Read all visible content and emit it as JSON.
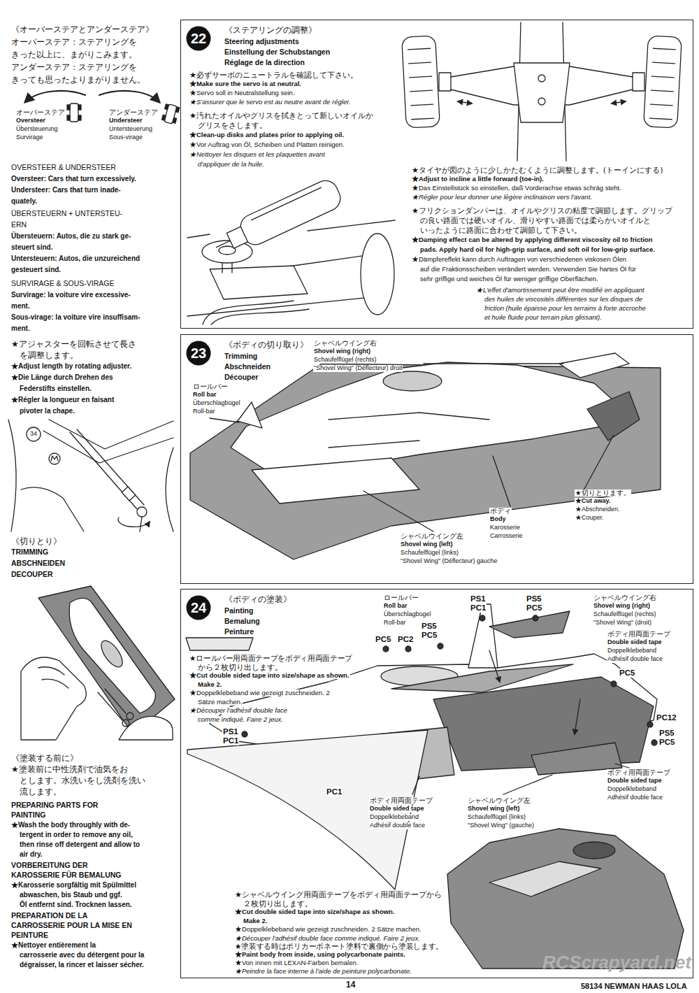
{
  "diagram": {
    "nodes": [
      {
        "text": [
          "《ステアリングの調整》",
          "Steering adjustments",
          "Einstellung der Schubstangen",
          "Réglage de la direction"
        ]
      },
      {
        "text": [
          "22"
        ],
        "in": 0
      },
      {
        "text": [
          "《ボディの切り取り》",
          "Trimming",
          "Abschneiden",
          "Découper"
        ]
      },
      {
        "text": [
          "23"
        ],
        "in": 2
      },
      {
        "text": [
          "《ボディの塗装》",
          "Painting",
          "Bemalung",
          "Peinture"
        ]
      },
      {
        "text": [
          "24"
        ],
        "in": 4
      }
    ],
    "labels": [
      "《オーバーステアとアンダーステア》",
      "オーバーステア：ステアリングを",
      "きった以上に、まがりこみます。",
      "アンダーステア：ステアリングを",
      "きっても思ったよりまがりません。",
      "オーバーステア",
      "Oversteer",
      "Übersteuerung",
      "Survirage",
      "アンダーステア",
      "Understeer",
      "Untersteuerung",
      "Sous-virage",
      "OVERSTEER & UNDERSTEER",
      "Oversteer: Cars that turn excessively.",
      "Understeer: Cars that turn inade-",
      "quately.",
      "ÜBERSTEUERN + UNTERSTEU-",
      "ERN",
      "Übersteuern: Autos, die zu stark ge-",
      "steuert sind.",
      "Untersteuern: Autos, die unzureichend",
      "gesteuert sind.",
      "SURVIRAGE & SOUS-VIRAGE",
      "Survirage: la voiture vire excessive-",
      "ment.",
      "Sous-virage: la voiture vire insuffisam-",
      "ment.",
      "★アジャスターを回転させて長さ",
      "を調整します。",
      "★Adjust length by rotating adjuster.",
      "★Die Länge durch Drehen des",
      "Federstifts einstellen.",
      "★Régler la longueur en faisant",
      "pivoter la chape.",
      "34",
      "《切りとり》",
      "TRIMMING",
      "ABSCHNEIDEN",
      "DECOUPER",
      "《塗装する前に》",
      "★塗装前に中性洗剤で油気をお",
      "とします。水洗いをし洗剤を洗い",
      "流します。",
      "PREPARING PARTS FOR",
      "PAINTING",
      "★Wash the body throughly with de-",
      "tergent in order to remove any oil,",
      "then rinse off detergent and allow to",
      "air dry.",
      "VORBEREITUNG DER",
      "KAROSSERIE FÜR BEMALUNG",
      "★Karosserie sorgfältig mit Spülmittel",
      "abwaschen, bis Staub und ggf.",
      "Öl entfernt sind. Trocknen lassen.",
      "PREPARATION DE LA",
      "CARROSSERIE POUR LA MISE EN",
      "PEINTURE",
      "★Nettoyer entièrement la",
      "carrosserie avec du détergent pour la",
      "dégraisser, la rincer et laisser sécher.",
      "★必ずサーボのニュートラルを確認して下さい。",
      "★Make sure the servo is at neutral.",
      "★Servo soll in Neutralstellung sein.",
      "★S'assurer que le servo est au neutre avant de régler.",
      "★汚れたオイルやグリスを拭きとって新しいオイルか",
      "グリスをさします。",
      "★Clean-up disks and plates prior to applying oil.",
      "★Vor Auftrag von Öl, Scheiben und Platten reinigen.",
      "★Nettoyer les disques et les plaquettes avant",
      "d'appliquer de la huile.",
      "★タイヤが図のように少しかたむくように調整します。(トーインにする)",
      "★Adjust to incline a little forward (toe-in).",
      "★Das Einstellstück so einstellen, daß Vorderachse etwas schräg steht.",
      "★Régler pour leur donner une légère inclinaison vers l'avant.",
      "★フリクションダンパーは、オイルやグリスの粘度で調節します。グリップ",
      "の良い路面では硬いオイル、滑りやすい路面では柔らかいオイルと",
      "いったように路面に合わせて調節して下さい。",
      "★Damping effect can be altered by applying different viscosity oil to friction",
      "pads. Apply hard oil for high-grip surface, and soft oil for low-grip surface.",
      "★Dämpfereffekt kann durch Auftragen von verschiedenen viskosen Ölen",
      "auf die Fraktionsscheiben verändert werden. Verwenden Sie hartes Öl für",
      "sehr griffige und weiches Öl für weniger griffige Oberflächen.",
      "★L'effet d'amortissement peut être modifié en appliquant",
      "des huiles de viscosités différentes sur les disques de",
      "friction (huile épaisse pour les terrains à forte accroche",
      "et huile fluide pour terrain plus glissant).",
      "シャベルウイング右",
      "Shovel wing (right)",
      "Schaufelflügel (rechts)",
      "\"Shovel Wing\" (Déflecteur) droit",
      "ロールバー",
      "Roll bar",
      "Überschlagbügel",
      "Roll-bar",
      "★切りとります。",
      "★Cut away.",
      "★Abschneiden.",
      "★Couper.",
      "ボディ",
      "Body",
      "Karosserie",
      "Carrosserie",
      "シャベルウイング左",
      "Shovel wing (left)",
      "Schaufelflügel (links)",
      "\"Shovel Wing\" (Déflecteur) gauche",
      "★ロールバー用両面テープをボディ用両面テープ",
      "から２枚切り出します。",
      "★Cut double sided tape into size/shape as shown.",
      "Make 2.",
      "★Doppelklebeband wie gezeigt zuschneiden. 2",
      "Sätze machen.",
      "★Découper l'adhésif double face",
      "comme indiqué. Faire 2 jeux.",
      "ロールバー",
      "Roll bar",
      "Überschlagbügel",
      "Roll-bar",
      "PS1",
      "PC1",
      "PS5",
      "PC5",
      "シャベルウイング右",
      "Shovel wing (right)",
      "Schaufelflügel (rechts)",
      "\"Shovel Wing\" (droit)",
      "ボディ用両面テープ",
      "Double sided tape",
      "Doppelklebeband",
      "Adhésif double face",
      "PS5",
      "PC5",
      "PC5",
      "PC2",
      "PC5",
      "PC12",
      "PS5",
      "PC5",
      "PS1",
      "PC1",
      "PC1",
      "ボディ用両面テープ",
      "Double sided tape",
      "Doppelklebeband",
      "Adhésif double face",
      "ボディ用両面テープ",
      "Double sided tape",
      "Doppelklebeband",
      "Adhésif double face",
      "シャベルウイング左",
      "Shovel wing (left)",
      "Schaufelflügel (links)",
      "\"Shovel Wing\" (gauche)",
      "★シャベルウイング用両面テープをボディ用両面テープから",
      "２枚切り出します。",
      "★Cut double sided tape into size/shape as shown.",
      "Make 2.",
      "★Doppelklebeband wie gezeigt zuschneiden. 2 Sätze machen.",
      "★Découper l'adhésif double face comme indiqué. Faire 2 jeux.",
      "★塗装する時はポリカーボネート塗料で裏側から塗装します。",
      "★Paint body from inside, using polycarbonate paints.",
      "★Von innen mit LEXAN-Farben bemalen.",
      "★Peindre la face interne à l'aide de peinture polycarbonate.",
      "RCScrapyard.net",
      "14",
      "58134 NEWMAN HAAS LOLA"
    ]
  }
}
